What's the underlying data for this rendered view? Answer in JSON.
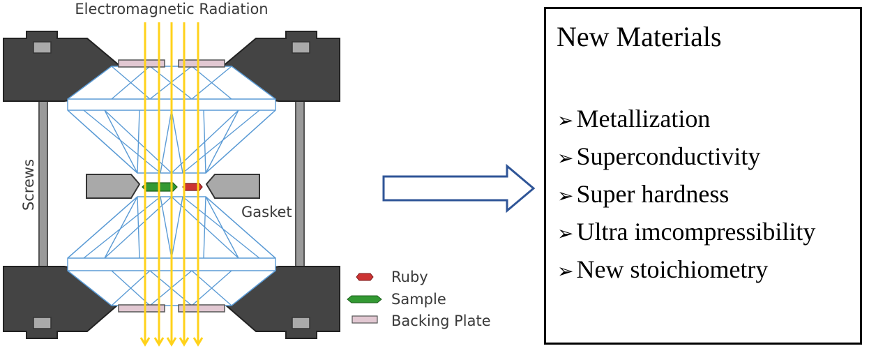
{
  "diagram": {
    "radiation_label": "Electromagnetic Radiation",
    "screws_label": "Screws",
    "gasket_label": "Gasket",
    "legend": [
      {
        "label": "Ruby",
        "color": "#cc3333"
      },
      {
        "label": "Sample",
        "color": "#339933"
      },
      {
        "label": "Backing Plate",
        "color": "#e2c8d2"
      }
    ],
    "colors": {
      "frame": "#444444",
      "diamond_lines": "#5b9bd5",
      "radiation": "#ffd21a",
      "gasket": "#a9a9a9",
      "arrow": "#2f5597"
    }
  },
  "materials": {
    "title": "New Materials",
    "bullet": "➢",
    "items": [
      "Metallization",
      "Superconductivity",
      "Super hardness",
      "Ultra imcompressibility",
      "New stoichiometry"
    ]
  }
}
